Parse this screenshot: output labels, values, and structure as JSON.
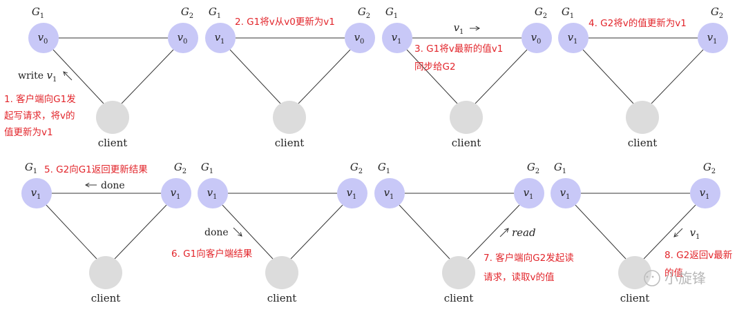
{
  "node_labels": {
    "server_left": "G",
    "server_right": "G",
    "sub_left": "1",
    "sub_right": "2",
    "client": "client"
  },
  "values": {
    "v0": "v",
    "v0_sub": "0",
    "v1": "v",
    "v1_sub": "1"
  },
  "colors": {
    "server": "#c8c8f7",
    "client": "#dcdcdc",
    "note": "#e2242a"
  },
  "panels": [
    {
      "step": 1,
      "g1_value": "v0",
      "g2_value": "v0",
      "arrow_label": "write v1",
      "notes": [
        "1. 客户端向G1发",
        "起写请求，将v的",
        "值更新为v1"
      ]
    },
    {
      "step": 2,
      "g1_value": "v1",
      "g2_value": "v0",
      "notes": [
        "2. G1将v从v0更新为v1"
      ]
    },
    {
      "step": 3,
      "g1_value": "v1",
      "g2_value": "v0",
      "arrow_label": "v1 →",
      "notes": [
        "3. G1将v最新的值v1",
        "同步给G2"
      ]
    },
    {
      "step": 4,
      "g1_value": "v1",
      "g2_value": "v1",
      "notes": [
        "4. G2将v的值更新为v1"
      ]
    },
    {
      "step": 5,
      "g1_value": "v1",
      "g2_value": "v1",
      "arrow_label": "← done",
      "notes": [
        "5. G2向G1返回更新结果"
      ]
    },
    {
      "step": 6,
      "g1_value": "v1",
      "g2_value": "v1",
      "arrow_label": "done",
      "notes": [
        "6. G1向客户端结果"
      ]
    },
    {
      "step": 7,
      "g1_value": "v1",
      "g2_value": "v1",
      "arrow_label": "read",
      "notes": [
        "7. 客户端向G2发起读",
        "请求，读取v的值"
      ]
    },
    {
      "step": 8,
      "g1_value": "v1",
      "g2_value": "v1",
      "arrow_label": "v1",
      "notes": [
        "8. G2返回v最新",
        "的值"
      ]
    }
  ],
  "watermark": "小旋锋"
}
